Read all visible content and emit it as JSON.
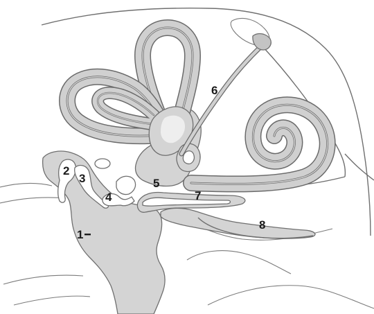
{
  "labels": {
    "l1": "1",
    "l2": "2",
    "l3": "3",
    "l4": "4",
    "l5": "5",
    "l6": "6",
    "l7": "7",
    "l8": "8"
  },
  "colors": {
    "fluid": "#d4d4d4",
    "outline": "#6f6f6f",
    "background": "#ffffff"
  }
}
